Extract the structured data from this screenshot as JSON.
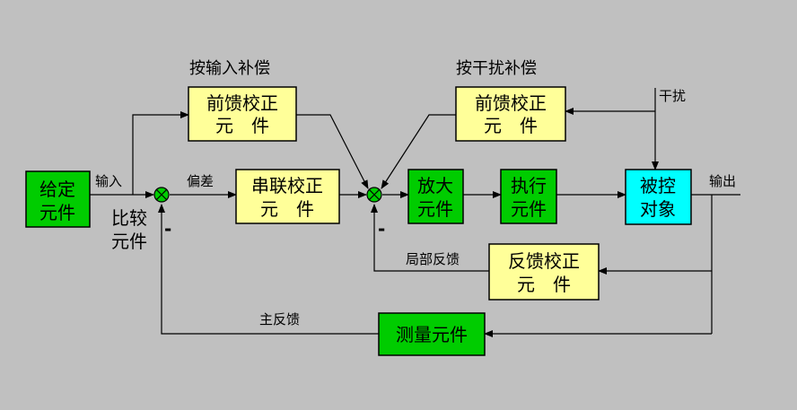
{
  "blocks": {
    "setpoint": {
      "line1": "给定",
      "line2": "元件",
      "fill": "#00cc00"
    },
    "series_comp": {
      "line1": "串联校正",
      "line2": "元　件",
      "fill": "#ffff99"
    },
    "ff_input": {
      "line1": "前馈校正",
      "line2": "元　件",
      "fill": "#ffff99"
    },
    "ff_disturb": {
      "line1": "前馈校正",
      "line2": "元　件",
      "fill": "#ffff99"
    },
    "amplifier": {
      "line1": "放大",
      "line2": "元件",
      "fill": "#00cc00"
    },
    "actuator": {
      "line1": "执行",
      "line2": "元件",
      "fill": "#00cc00"
    },
    "plant": {
      "line1": "被控",
      "line2": "对象",
      "fill": "#00ffff"
    },
    "fb_comp": {
      "line1": "反馈校正",
      "line2": "元　件",
      "fill": "#ffff99"
    },
    "measure": {
      "line1": "测量元件",
      "fill": "#00cc00"
    }
  },
  "labels": {
    "input": "输入",
    "error": "偏差",
    "comparator_1": "比较",
    "comparator_2": "元件",
    "output": "输出",
    "disturbance": "干扰",
    "ff_input_title": "按输入补偿",
    "ff_disturb_title": "按干扰补偿",
    "local_feedback": "局部反馈",
    "main_feedback": "主反馈",
    "minus_1": "-",
    "minus_2": "-"
  },
  "colors": {
    "background": "#c0c0c0",
    "line": "#000000",
    "summing": "#00cc00"
  }
}
